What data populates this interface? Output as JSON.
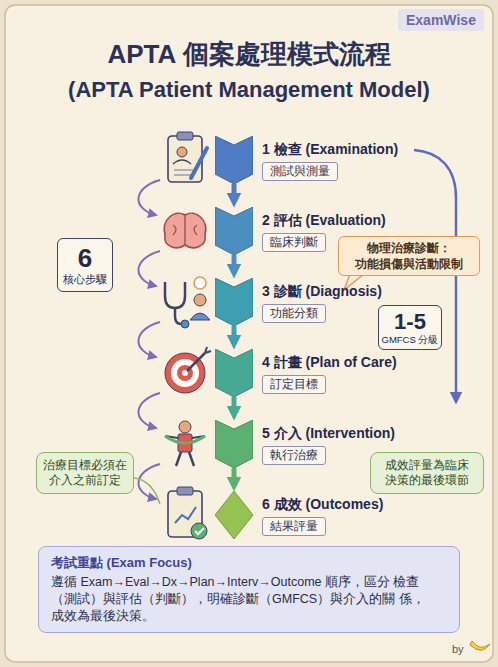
{
  "diagram": {
    "title": "APTA 個案處理模式流程",
    "nodes": [
      {
        "text": [
          "1 檢查 (Examination)",
          "測試與測量"
        ]
      },
      {
        "text": [
          "2 評估 (Evaluation)",
          "臨床判斷"
        ]
      },
      {
        "text": [
          "6",
          "核心步驟"
        ]
      },
      {
        "text": [
          "物理治療診斷： 功能損傷與活動限制"
        ]
      },
      {
        "text": [
          "3 診斷 (Diagnosis)",
          "功能分類"
        ]
      },
      {
        "text": [
          "1-5",
          "GMFCS 分級"
        ]
      },
      {
        "text": [
          "4 計畫 (Plan of Care)",
          "訂定目標"
        ]
      },
      {
        "text": [
          "5 介入 (Intervention)",
          "執行治療"
        ]
      },
      {
        "text": [
          "治療目標必須在 介入之前訂定"
        ]
      },
      {
        "text": [
          "成效評量為臨床 決策的最後環節"
        ]
      },
      {
        "text": [
          "6 成效 (Outcomes)",
          "結果評量"
        ]
      },
      {
        "text": [
          "考試重點 (Exam Focus)",
          "遵循 Exam→Eval→Dx→Plan→Interv→Outcome 順序，區分 檢查（測試）與評估（判斷），明確診斷（GMFCS）與介入的關 係，成效為最後決策。"
        ]
      }
    ],
    "edges": [
      {
        "from": 0,
        "to": 1,
        "arrow": "to"
      },
      {
        "from": 1,
        "to": 4,
        "arrow": "to"
      },
      {
        "from": 4,
        "to": 6,
        "arrow": "to"
      },
      {
        "from": 6,
        "to": 7,
        "arrow": "to"
      },
      {
        "from": 7,
        "to": 10,
        "arrow": "to"
      }
    ],
    "labels": [
      "ExamWise",
      "(APTA Patient Management Model)",
      "by"
    ]
  }
}
